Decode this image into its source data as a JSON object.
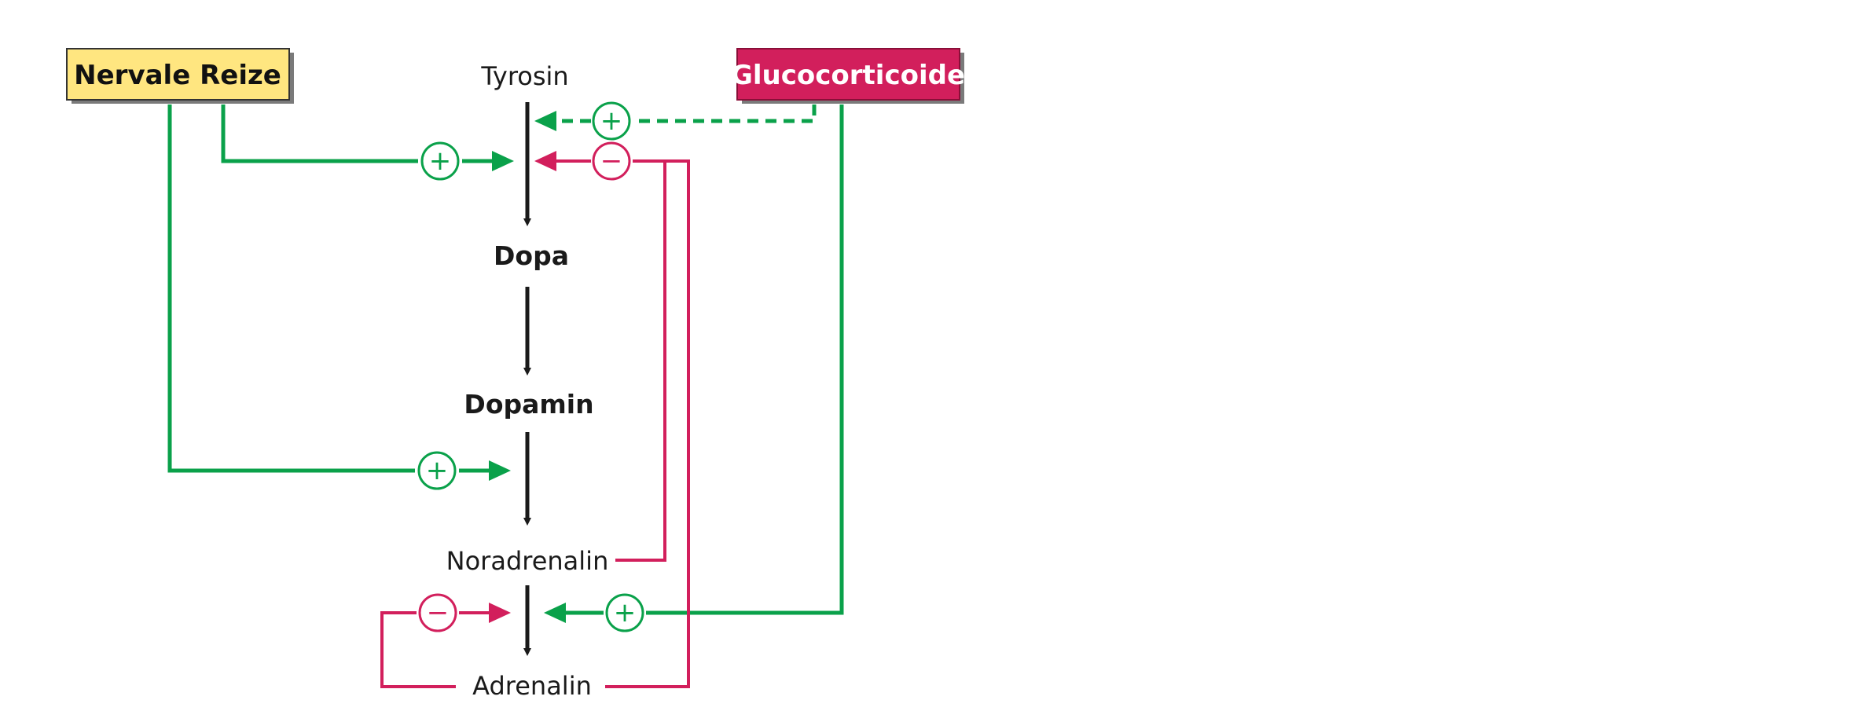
{
  "boxes": {
    "nervale_reize": "Nervale Reize",
    "glucocorticoide": "Glucocorticoide"
  },
  "molecules": {
    "tyrosin": "Tyrosin",
    "dopa": "Dopa",
    "dopamin": "Dopamin",
    "noradrenalin": "Noradrenalin",
    "adrenalin": "Adrenalin"
  },
  "signs": {
    "plus": "+",
    "minus": "−"
  },
  "colors": {
    "activation": "#0aa14a",
    "inhibition": "#d21f5c",
    "pathway": "#1a1a1a",
    "box_yellow": "#ffe680",
    "box_pink": "#d21f5c"
  }
}
